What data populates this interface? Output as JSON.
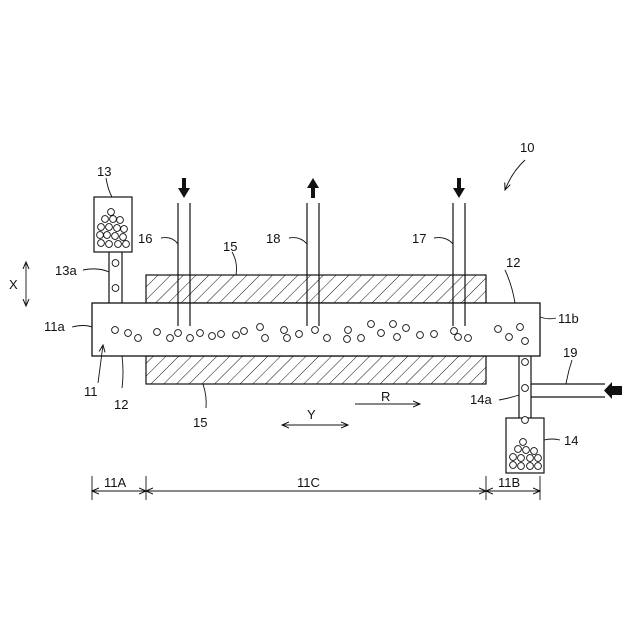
{
  "labels": {
    "device": "10",
    "tube": "11",
    "tube_end_a": "11a",
    "tube_end_b": "11b",
    "zone_a": "11A",
    "zone_b": "11B",
    "zone_c": "11C",
    "wall_top": "12",
    "wall_bottom": "12",
    "hopper_top": "13",
    "pipe_top": "13a",
    "hopper_bottom": "14",
    "pipe_bottom": "14a",
    "heater_top": "15",
    "heater_bottom": "15",
    "inlet_16": "16",
    "inlet_17": "17",
    "outlet_18": "18",
    "gas_pipe": "19",
    "axis_x": "X",
    "axis_y": "Y",
    "rotation": "R"
  }
}
